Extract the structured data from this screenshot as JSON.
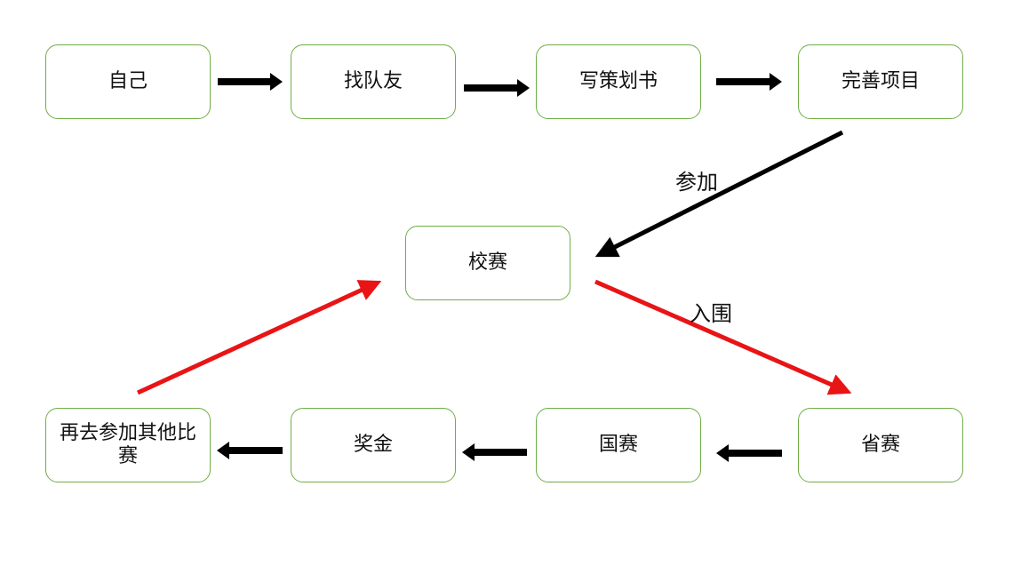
{
  "nodes": {
    "self": "自己",
    "find_team": "找队友",
    "write_plan": "写策划书",
    "improve_project": "完善项目",
    "school_contest": "校赛",
    "provincial_contest": "省赛",
    "national_contest": "国赛",
    "prize_money": "奖金",
    "join_others": "再去参加其他比赛"
  },
  "edges": {
    "participate": "参加",
    "shortlisted": "入围"
  },
  "colors": {
    "box_border": "#70ad47",
    "black_arrow": "#000000",
    "red_arrow": "#e81416"
  }
}
